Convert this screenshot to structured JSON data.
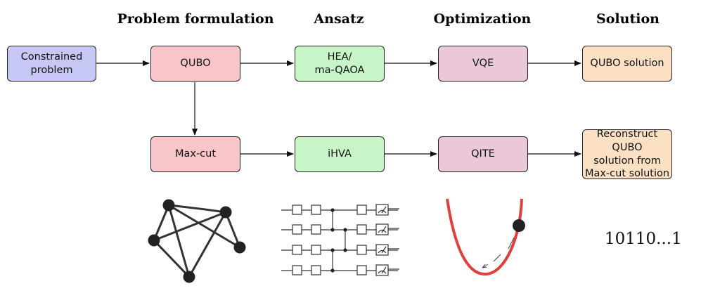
{
  "headers": {
    "problem": "Problem formulation",
    "ansatz": "Ansatz",
    "optimization": "Optimization",
    "solution": "Solution"
  },
  "boxes": {
    "constrained": "Constrained\nproblem",
    "qubo": "QUBO",
    "hea": "HEA/\nma-QAOA",
    "vqe": "VQE",
    "qubo_solution": "QUBO solution",
    "maxcut": "Max-cut",
    "ihva": "iHVA",
    "qite": "QITE",
    "reconstruct": "Reconstruct QUBO\nsolution from\nMax-cut solution"
  },
  "bitstring": "10110...1",
  "colors": {
    "blue": "#c8c8f7",
    "red": "#f8c6c8",
    "green": "#c8f5c8",
    "purple": "#eac8da",
    "peach": "#fbe0c3",
    "curve": "#e0403c"
  }
}
